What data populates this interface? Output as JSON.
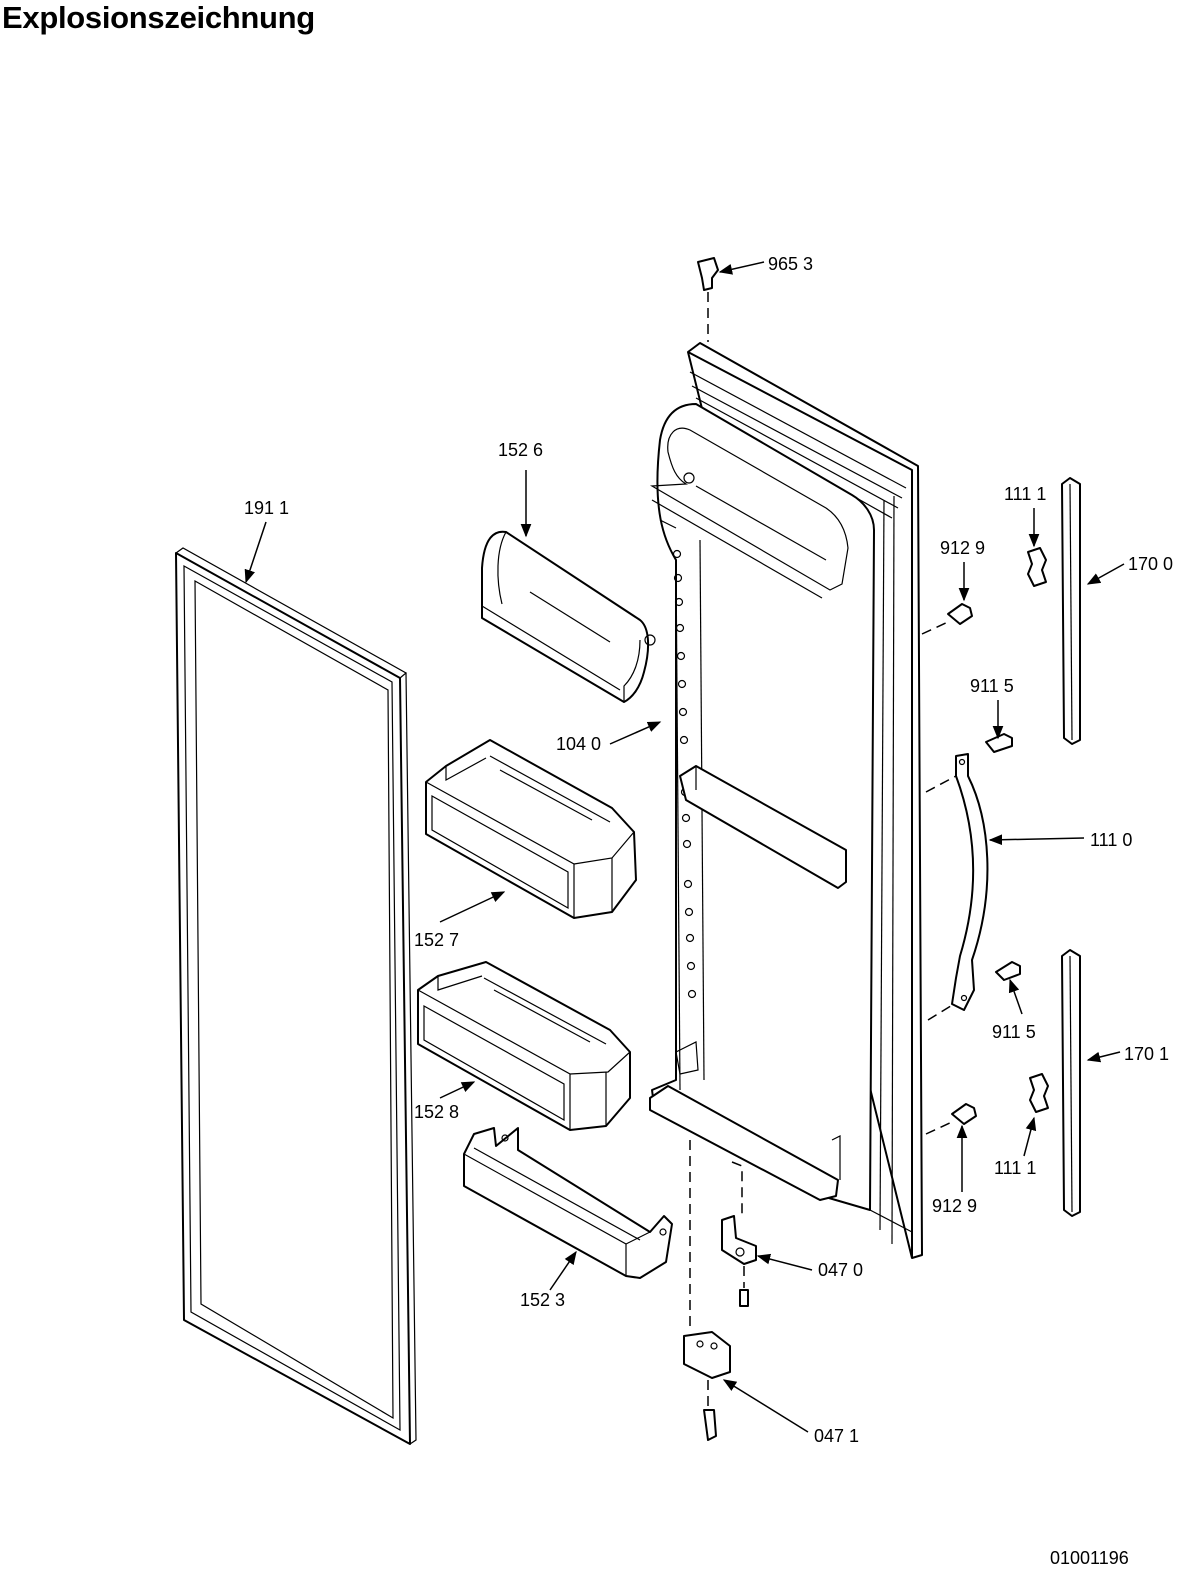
{
  "title": "Explosionszeichnung",
  "document_number": "01001196",
  "parts": [
    {
      "id": "p9653",
      "label": "965 3"
    },
    {
      "id": "p1526",
      "label": "152 6"
    },
    {
      "id": "p1911",
      "label": "191 1"
    },
    {
      "id": "p1111a",
      "label": "111 1"
    },
    {
      "id": "p9129a",
      "label": "912 9"
    },
    {
      "id": "p1700",
      "label": "170 0"
    },
    {
      "id": "p9115a",
      "label": "911 5"
    },
    {
      "id": "p1040",
      "label": "104 0"
    },
    {
      "id": "p1110",
      "label": "111 0"
    },
    {
      "id": "p1527",
      "label": "152 7"
    },
    {
      "id": "p9115b",
      "label": "911 5"
    },
    {
      "id": "p1701",
      "label": "170 1"
    },
    {
      "id": "p1528",
      "label": "152 8"
    },
    {
      "id": "p1111b",
      "label": "111 1"
    },
    {
      "id": "p9129b",
      "label": "912 9"
    },
    {
      "id": "p1523",
      "label": "152 3"
    },
    {
      "id": "p0470",
      "label": "047 0"
    },
    {
      "id": "p0471",
      "label": "047 1"
    }
  ]
}
